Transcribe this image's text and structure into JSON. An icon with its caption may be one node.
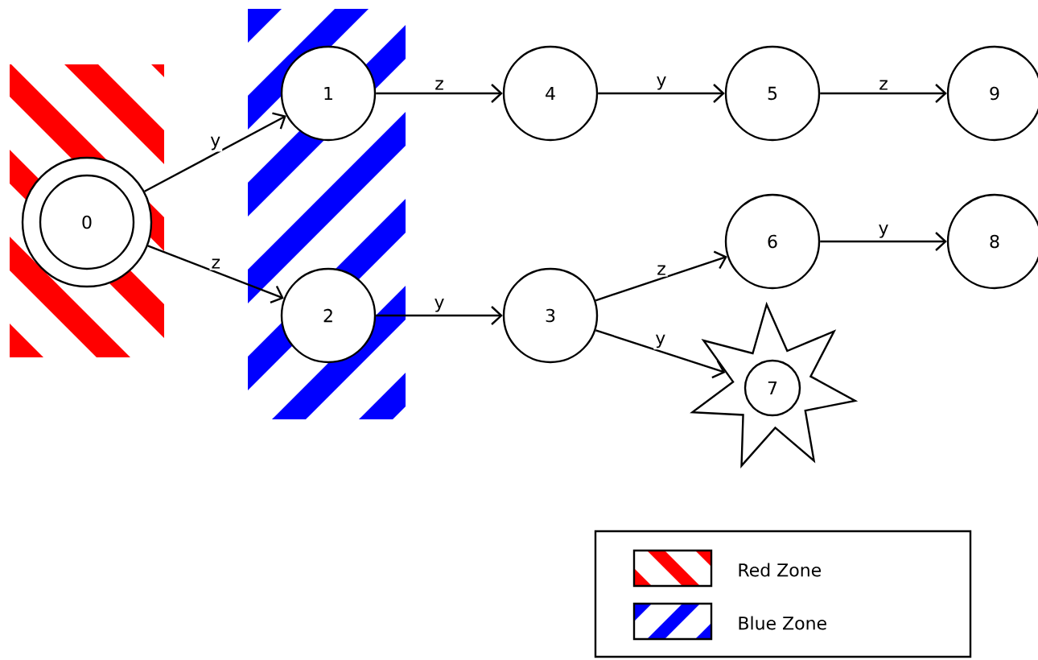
{
  "diagram": {
    "nodes": [
      {
        "text": [],
        "shape": "box"
      },
      {
        "text": [
          "0"
        ],
        "in": 0
      },
      {
        "text": [],
        "shape": "box"
      },
      {
        "text": [
          "1"
        ],
        "in": 2
      },
      {
        "text": [
          "2"
        ],
        "in": 2
      },
      {
        "text": [
          "4"
        ]
      },
      {
        "text": [
          "5"
        ]
      },
      {
        "text": [
          "9"
        ]
      },
      {
        "text": [
          "3"
        ]
      },
      {
        "text": [
          "6"
        ]
      },
      {
        "text": [
          "8"
        ]
      },
      {
        "text": [],
        "shape": "star"
      },
      {
        "text": [
          "7"
        ],
        "in": 11
      }
    ],
    "edges": [
      {
        "from": 1,
        "to": 3,
        "arrow": "to",
        "label": "y"
      },
      {
        "from": 1,
        "to": 4,
        "arrow": "to",
        "label": "z"
      },
      {
        "from": 3,
        "to": 5,
        "arrow": "to",
        "label": "z"
      },
      {
        "from": 5,
        "to": 6,
        "arrow": "to",
        "label": "y"
      },
      {
        "from": 6,
        "to": 7,
        "arrow": "to",
        "label": "z"
      },
      {
        "from": 4,
        "to": 8,
        "arrow": "to",
        "label": "y"
      },
      {
        "from": 8,
        "to": 9,
        "arrow": "to",
        "label": "z"
      },
      {
        "from": 8,
        "to": 11,
        "arrow": "to",
        "label": "y"
      },
      {
        "from": 9,
        "to": 10,
        "arrow": "to",
        "label": "y"
      }
    ],
    "legend": [
      {
        "text": "Red  Zone"
      },
      {
        "text": "Blue  Zone"
      }
    ]
  }
}
